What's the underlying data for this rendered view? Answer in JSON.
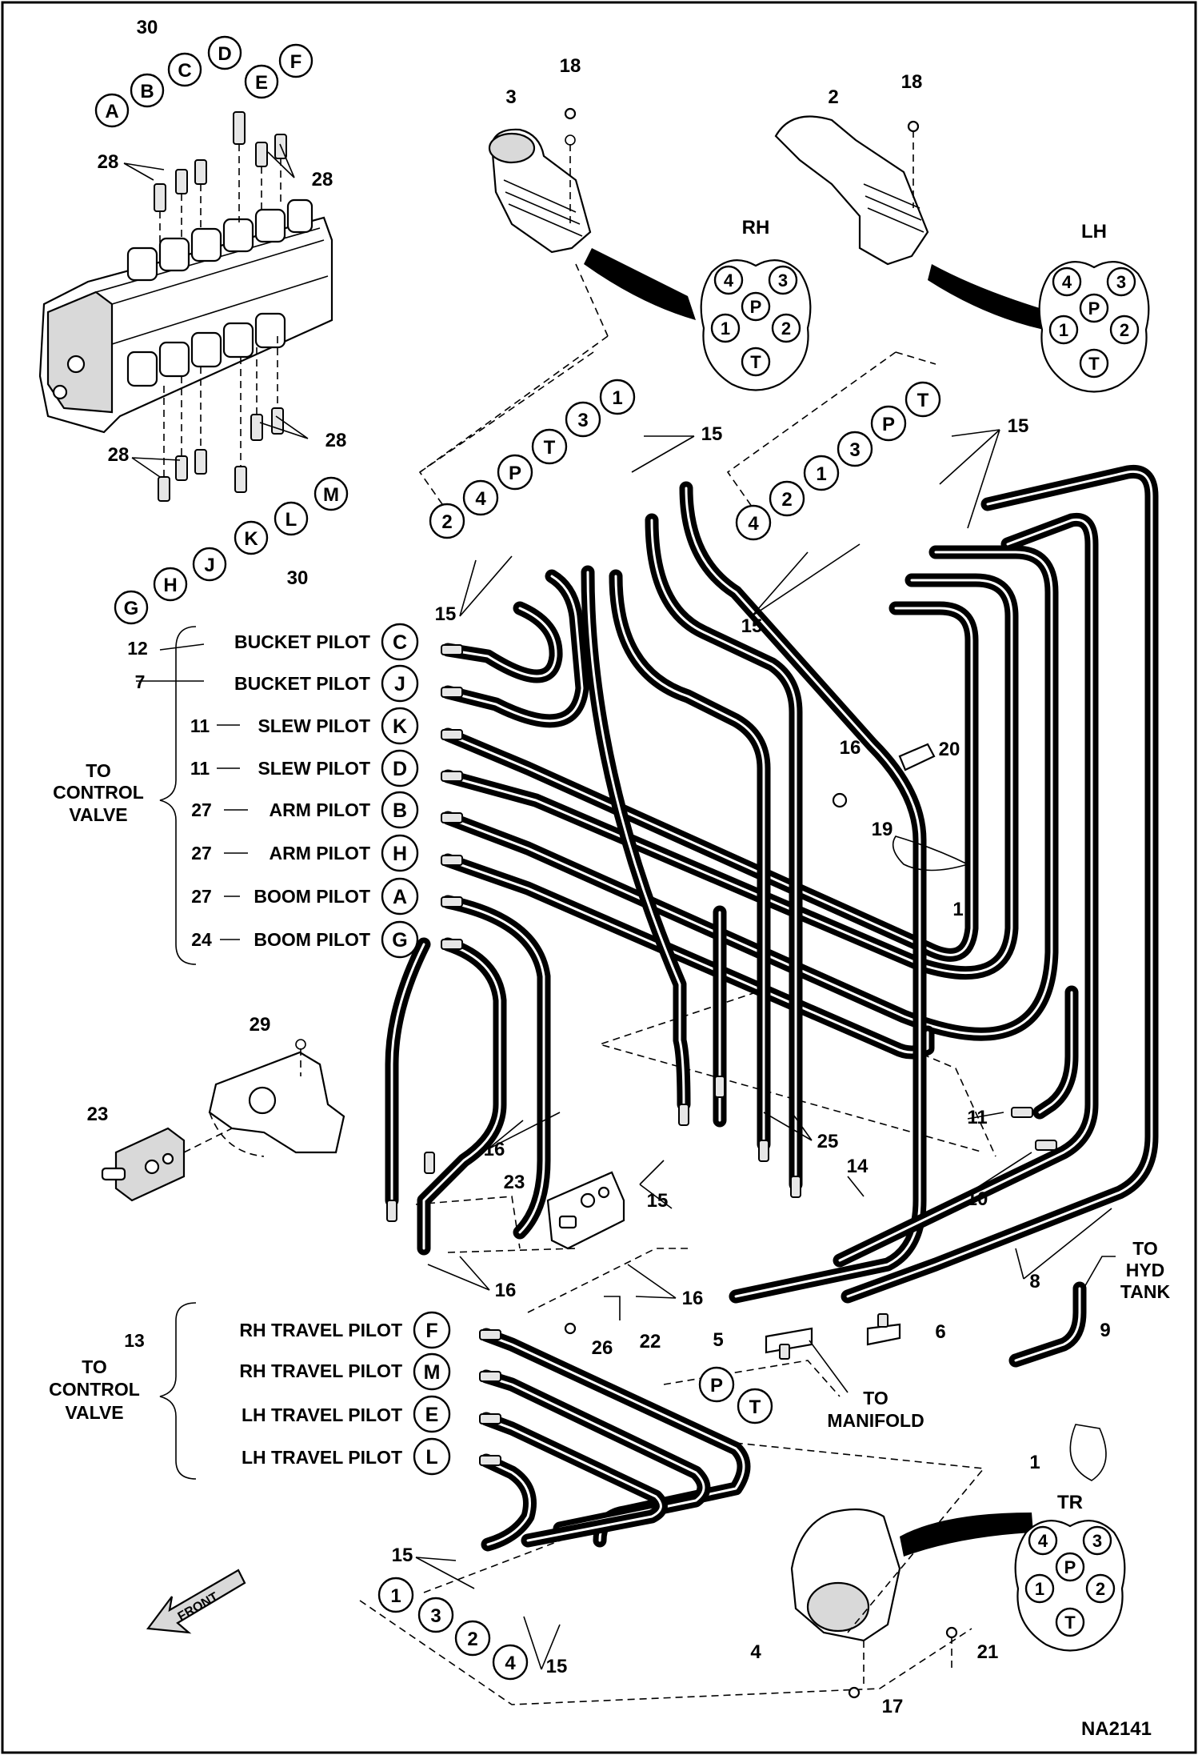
{
  "drawing_number": "NA2141",
  "group_labels": {
    "control_valve_upper": [
      "TO",
      "CONTROL",
      "VALVE"
    ],
    "control_valve_lower": [
      "TO",
      "CONTROL",
      "VALVE"
    ],
    "hyd_tank": [
      "TO",
      "HYD",
      "TANK"
    ],
    "manifold": [
      "TO",
      "MANIFOLD"
    ],
    "front_arrow": "FRONT"
  },
  "connector_views": [
    {
      "name": "RH",
      "pins": [
        "4",
        "3",
        "P",
        "1",
        "2",
        "T"
      ]
    },
    {
      "name": "LH",
      "pins": [
        "4",
        "3",
        "P",
        "1",
        "2",
        "T"
      ]
    },
    {
      "name": "TR",
      "pins": [
        "4",
        "3",
        "P",
        "1",
        "2",
        "T"
      ]
    }
  ],
  "upper_hoses": [
    {
      "item": "12",
      "label": "BUCKET PILOT",
      "port": "C"
    },
    {
      "item": "7",
      "label": "BUCKET PILOT",
      "port": "J"
    },
    {
      "item": "11",
      "label": "SLEW PILOT",
      "port": "K"
    },
    {
      "item": "11",
      "label": "SLEW PILOT",
      "port": "D"
    },
    {
      "item": "27",
      "label": "ARM PILOT",
      "port": "B"
    },
    {
      "item": "27",
      "label": "ARM PILOT",
      "port": "H"
    },
    {
      "item": "27",
      "label": "BOOM PILOT",
      "port": "A"
    },
    {
      "item": "24",
      "label": "BOOM PILOT",
      "port": "G"
    }
  ],
  "lower_hoses_item": "13",
  "lower_hoses": [
    {
      "label": "RH TRAVEL PILOT",
      "port": "F"
    },
    {
      "label": "RH TRAVEL PILOT",
      "port": "M"
    },
    {
      "label": "LH TRAVEL PILOT",
      "port": "E"
    },
    {
      "label": "LH TRAVEL PILOT",
      "port": "L"
    }
  ],
  "valve_ports": [
    "A",
    "B",
    "C",
    "D",
    "E",
    "F",
    "G",
    "H",
    "J",
    "K",
    "L",
    "M"
  ],
  "joystick_ports": {
    "rh": [
      "1",
      "3",
      "T",
      "P",
      "4",
      "2"
    ],
    "lh": [
      "T",
      "P",
      "3",
      "1",
      "2",
      "4"
    ],
    "tr": [
      "1",
      "3",
      "2",
      "4"
    ],
    "tee": [
      "P",
      "T"
    ]
  },
  "item_numbers": {
    "rh_joystick": "3",
    "lh_joystick": "2",
    "travel_joystick": "4",
    "rh_screw": "18",
    "lh_screw": "18",
    "valve_top_28": "30",
    "valve_bottom_30": "30",
    "fitting_28": "28",
    "fitting_15": "15",
    "fitting_16": "16",
    "clamp_20": "20",
    "screw_19": "19",
    "tie_1": "1",
    "bracket_screw_29": "29",
    "valve_block_23": "23",
    "hose_25": "25",
    "hose_14": "14",
    "hose_10": "10",
    "hose_11": "11",
    "hose_8": "8",
    "hose_9": "9",
    "tee_5": "5",
    "tee_6": "6",
    "elbow_22": "22",
    "screw_26": "26",
    "nut_21": "21",
    "screw_17": "17"
  }
}
